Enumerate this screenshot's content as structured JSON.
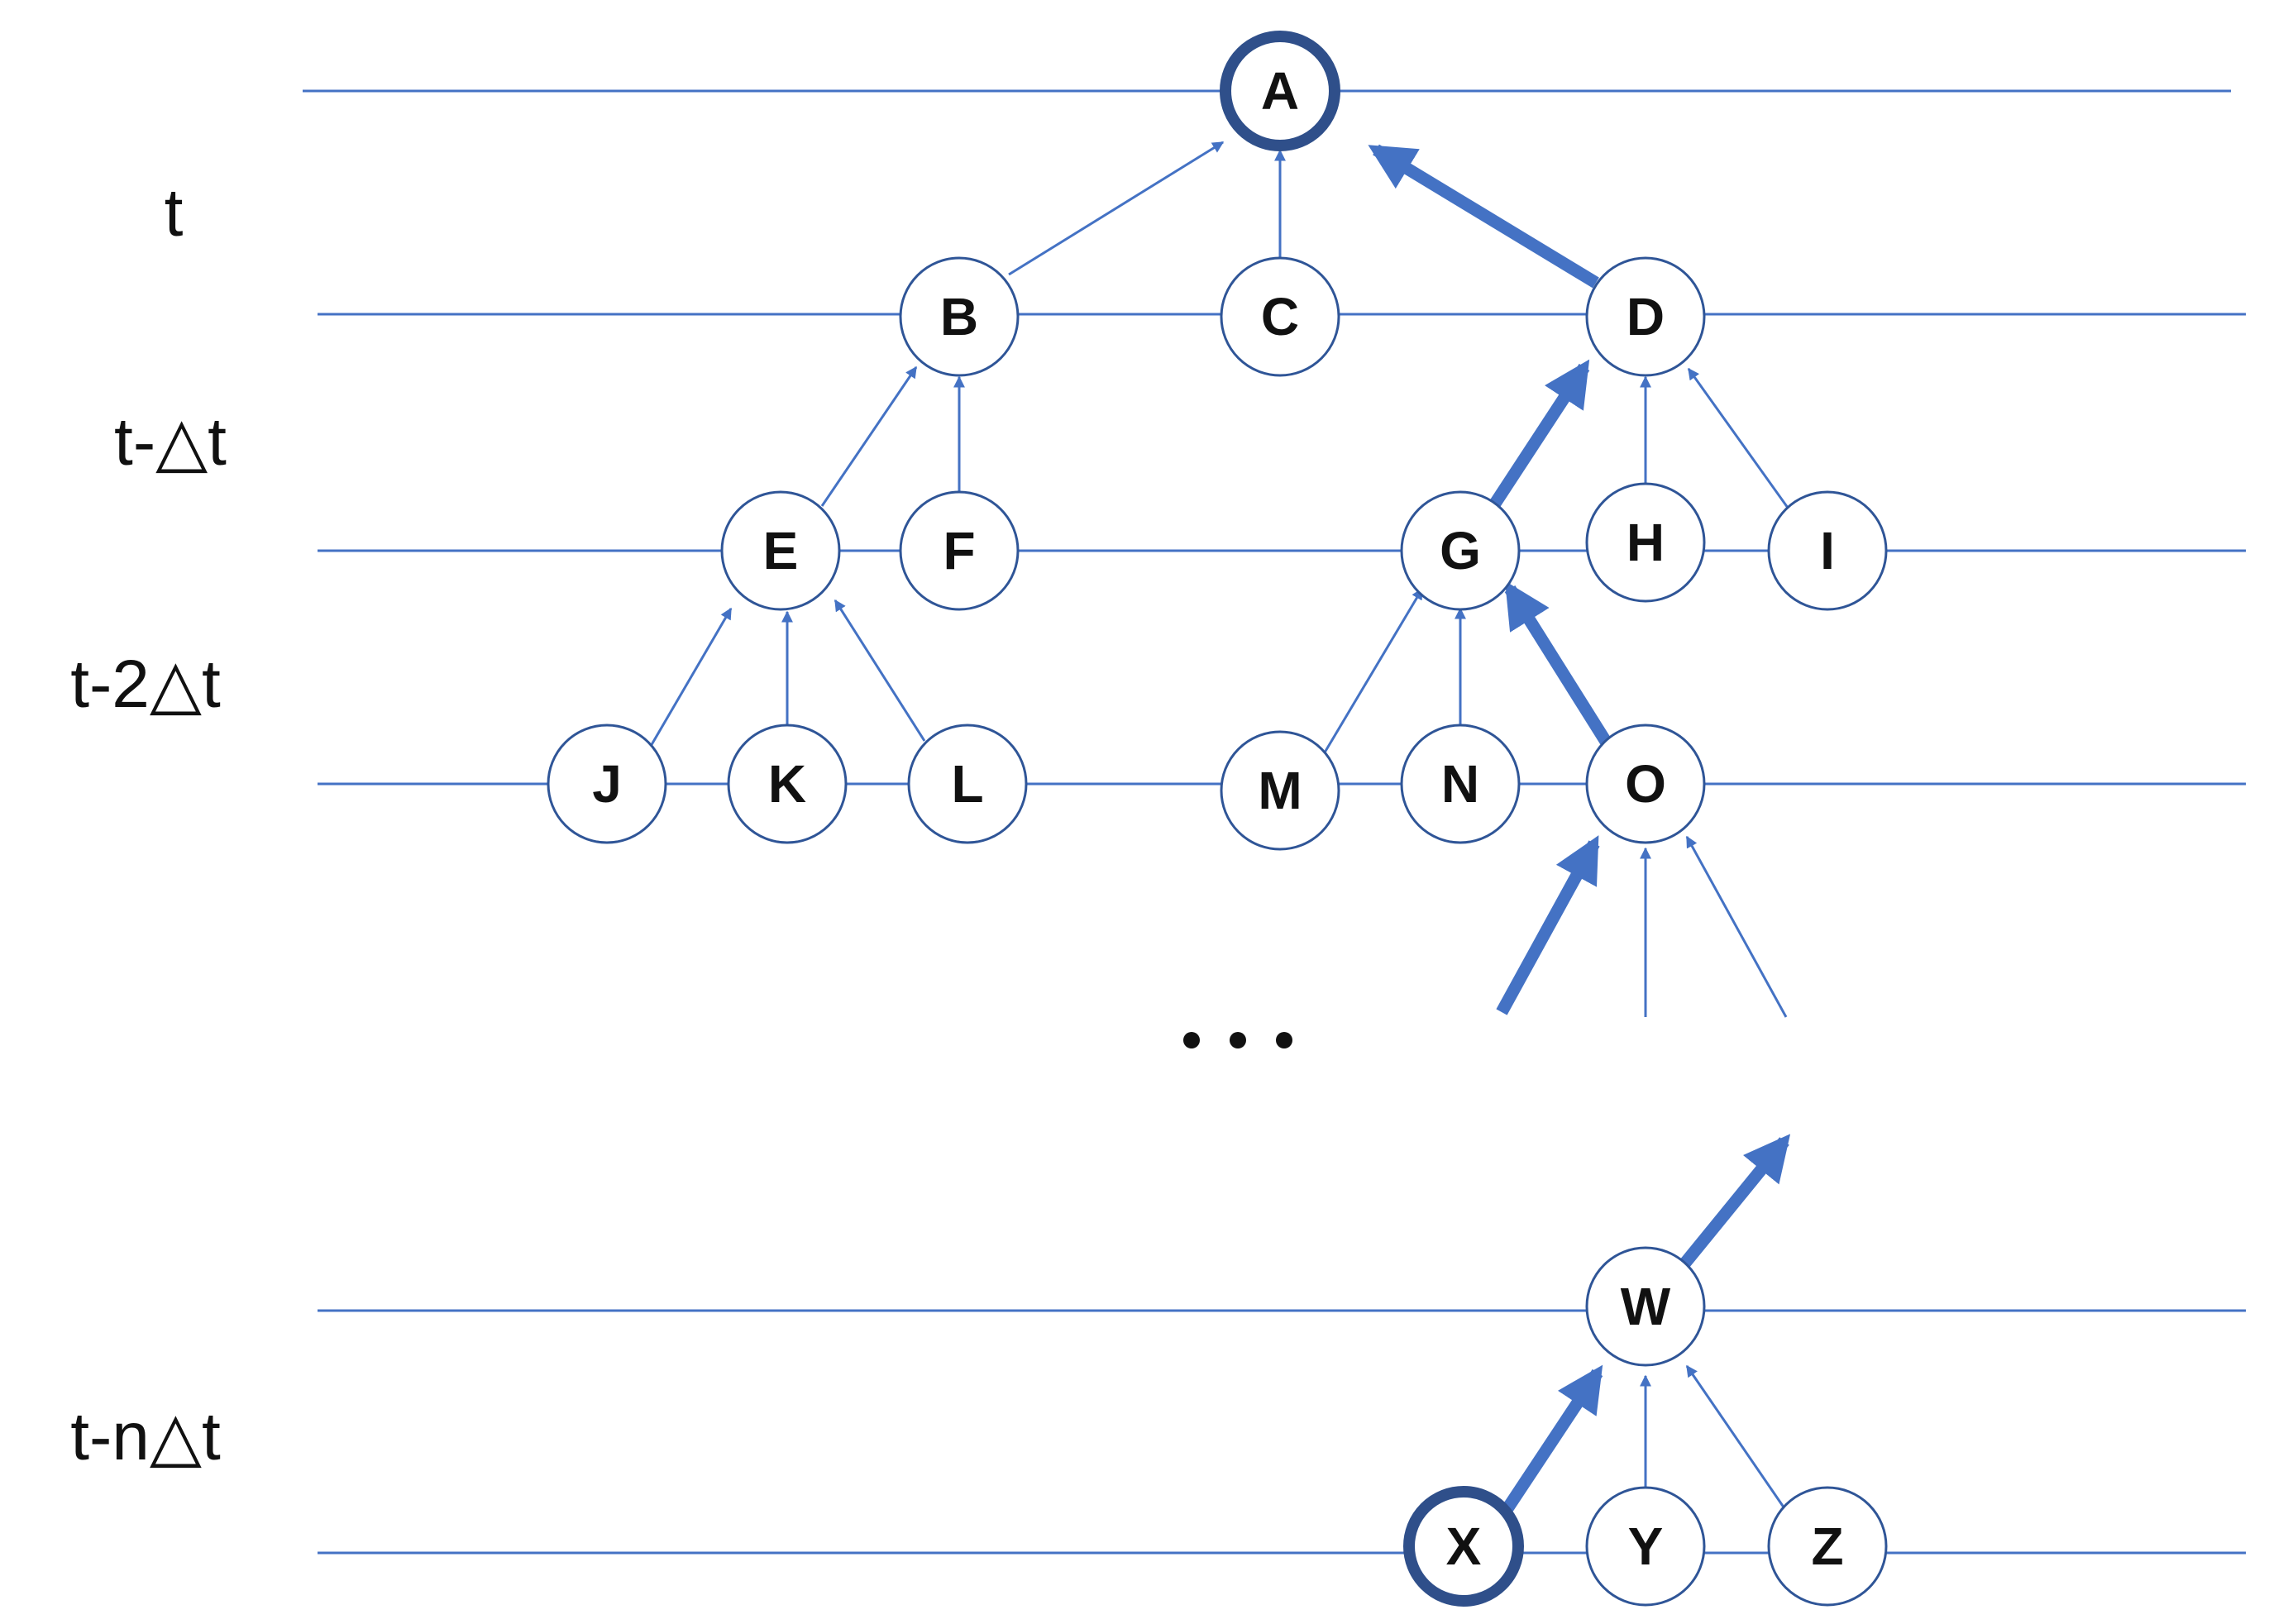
{
  "colors": {
    "line": "#4472c4",
    "node_stroke": "#2f5597",
    "highlight_stroke": "#2f4f8a",
    "text": "#111111",
    "background": "#ffffff"
  },
  "time_labels": {
    "t": "t",
    "t_minus_dt": "t-△t",
    "t_minus_2dt": "t-2△t",
    "t_minus_ndt": "t-n△t"
  },
  "nodes": {
    "A": "A",
    "B": "B",
    "C": "C",
    "D": "D",
    "E": "E",
    "F": "F",
    "G": "G",
    "H": "H",
    "I": "I",
    "J": "J",
    "K": "K",
    "L": "L",
    "M": "M",
    "N": "N",
    "O": "O",
    "W": "W",
    "X": "X",
    "Y": "Y",
    "Z": "Z"
  },
  "highlighted_nodes": [
    "A",
    "X"
  ],
  "highlighted_path": [
    "X",
    "W",
    "…",
    "O",
    "G",
    "D",
    "A"
  ],
  "edges": [
    {
      "from": "B",
      "to": "A",
      "bold": false
    },
    {
      "from": "C",
      "to": "A",
      "bold": false
    },
    {
      "from": "D",
      "to": "A",
      "bold": true
    },
    {
      "from": "E",
      "to": "B",
      "bold": false
    },
    {
      "from": "F",
      "to": "B",
      "bold": false
    },
    {
      "from": "G",
      "to": "D",
      "bold": true
    },
    {
      "from": "H",
      "to": "D",
      "bold": false
    },
    {
      "from": "I",
      "to": "D",
      "bold": false
    },
    {
      "from": "J",
      "to": "E",
      "bold": false
    },
    {
      "from": "K",
      "to": "E",
      "bold": false
    },
    {
      "from": "L",
      "to": "E",
      "bold": false
    },
    {
      "from": "M",
      "to": "G",
      "bold": false
    },
    {
      "from": "N",
      "to": "G",
      "bold": false
    },
    {
      "from": "O",
      "to": "G",
      "bold": true
    },
    {
      "from": "X",
      "to": "W",
      "bold": true
    },
    {
      "from": "Y",
      "to": "W",
      "bold": false
    },
    {
      "from": "Z",
      "to": "W",
      "bold": false
    }
  ]
}
